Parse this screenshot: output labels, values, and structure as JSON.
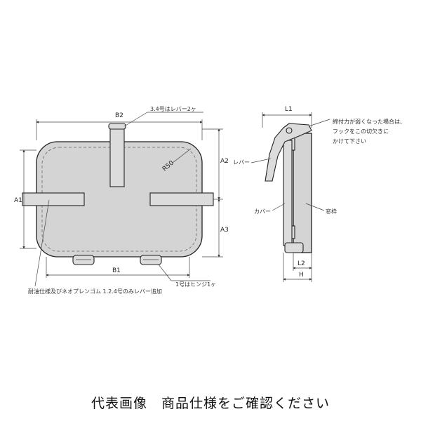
{
  "labels": {
    "b2": "B2",
    "b1": "B1",
    "a1": "A1",
    "a2": "A2",
    "a3": "A3",
    "r50": "R50",
    "l1": "L1",
    "l2": "L2",
    "h": "H",
    "lever_note": "3.4号はレバー2ヶ",
    "hinge_note": "1号はヒンジ1ヶ",
    "gasket_note": "耐油仕様及びネオプレンゴム 1.2.4号のみレバー追加",
    "hook_note_1": "締付力が弱くなった場合は、",
    "hook_note_2": "フックをこの切欠きに",
    "hook_note_3": "かけて下さい",
    "lever": "レバー",
    "cover": "カバー",
    "frame": "窓枠"
  },
  "caption": "代表画像　商品仕様をご確認ください"
}
